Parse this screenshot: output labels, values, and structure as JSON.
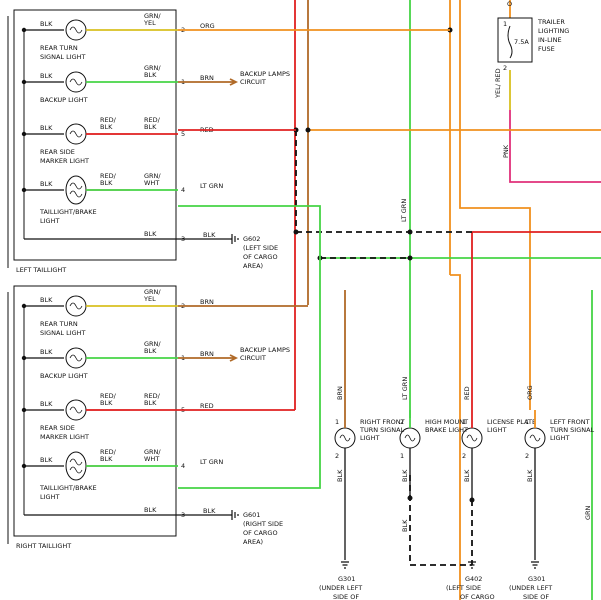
{
  "colors": {
    "black": "#111111",
    "orange": "#f0901e",
    "red": "#e02020",
    "green": "#46d446",
    "brown": "#b06a28",
    "pink": "#e0307a",
    "yellow": "#d8c020"
  },
  "left_taillight": {
    "title": "LEFT TAILLIGHT",
    "lamps": [
      {
        "name": "REAR TURN SIGNAL LIGHT",
        "in_wire": "BLK",
        "out_wire": "GRN/ YEL",
        "pin": "2",
        "circuit": "ORG"
      },
      {
        "name": "BACKUP LIGHT",
        "in_wire": "BLK",
        "out_wire": "GRN/ BLK",
        "pin": "1",
        "circuit": "BRN",
        "dest": "BACKUP LAMPS CIRCUIT"
      },
      {
        "name": "REAR SIDE MARKER LIGHT",
        "in_wire": "BLK",
        "mid_wire": "RED/ BLK",
        "out_wire": "RED/ BLK",
        "pin": "5",
        "circuit": "RED"
      },
      {
        "name": "TAILLIGHT/BRAKE LIGHT",
        "in_wire": "BLK",
        "mid_wire": "RED/ BLK",
        "out_wire": "GRN/ WHT",
        "pin": "4",
        "circuit": "LT GRN"
      }
    ],
    "ground": {
      "out_wire": "BLK",
      "pin": "3",
      "circuit": "BLK",
      "ground_id": "G602",
      "ground_loc": "(LEFT SIDE OF CARGO AREA)"
    }
  },
  "right_taillight": {
    "title": "RIGHT TAILLIGHT",
    "lamps": [
      {
        "name": "REAR TURN SIGNAL LIGHT",
        "in_wire": "BLK",
        "out_wire": "GRN/ YEL",
        "pin": "2",
        "circuit": "BRN"
      },
      {
        "name": "BACKUP LIGHT",
        "in_wire": "BLK",
        "out_wire": "GRN/ BLK",
        "pin": "1",
        "circuit": "BRN",
        "dest": "BACKUP LAMPS CIRCUIT"
      },
      {
        "name": "REAR SIDE MARKER LIGHT",
        "in_wire": "BLK",
        "mid_wire": "RED/ BLK",
        "out_wire": "RED/ BLK",
        "pin": "5",
        "circuit": "RED"
      },
      {
        "name": "TAILLIGHT/BRAKE LIGHT",
        "in_wire": "BLK",
        "mid_wire": "RED/ BLK",
        "out_wire": "GRN/ WHT",
        "pin": "4",
        "circuit": "LT GRN"
      }
    ],
    "ground": {
      "out_wire": "BLK",
      "pin": "3",
      "circuit": "BLK",
      "ground_id": "G601",
      "ground_loc": "(RIGHT SIDE OF CARGO AREA)"
    }
  },
  "fuse": {
    "label": "TRAILER LIGHTING IN-LINE FUSE",
    "rating": "7.5A",
    "pin_top": "1",
    "pin_bottom": "2",
    "wire_top": "O",
    "wire_bottom": "YEL/ RED"
  },
  "wire_labels": {
    "pnk": "PNK",
    "lt_grn": "LT GRN",
    "grn": "GRN"
  },
  "bottom_lights": [
    {
      "name": "RIGHT FRONT TURN SIGNAL LIGHT",
      "top_wire": "BRN",
      "bottom_wire": "BLK",
      "pin_top": "1",
      "pin_bottom": "2",
      "ground": "G301",
      "ground_loc": "(UNDER LEFT SIDE OF"
    },
    {
      "name": "HIGH MOUNT BRAKE LIGHT",
      "top_wire": "LT GRN",
      "bottom_wire": "BLK",
      "pin_top": "2",
      "pin_bottom": "1",
      "lower_wire": "BLK"
    },
    {
      "name": "LICENSE PLATE LIGHT",
      "top_wire": "RED",
      "bottom_wire": "BLK",
      "pin_top": "1",
      "pin_bottom": "2",
      "ground": "G402",
      "ground_loc": "(LEFT SIDE OF CARGO"
    },
    {
      "name": "LEFT FRONT TURN SIGNAL LIGHT",
      "top_wire": "ORG",
      "bottom_wire": "BLK",
      "pin_top": "1",
      "pin_bottom": "2",
      "ground": "G301",
      "ground_loc": "(UNDER LEFT SIDE OF"
    }
  ]
}
